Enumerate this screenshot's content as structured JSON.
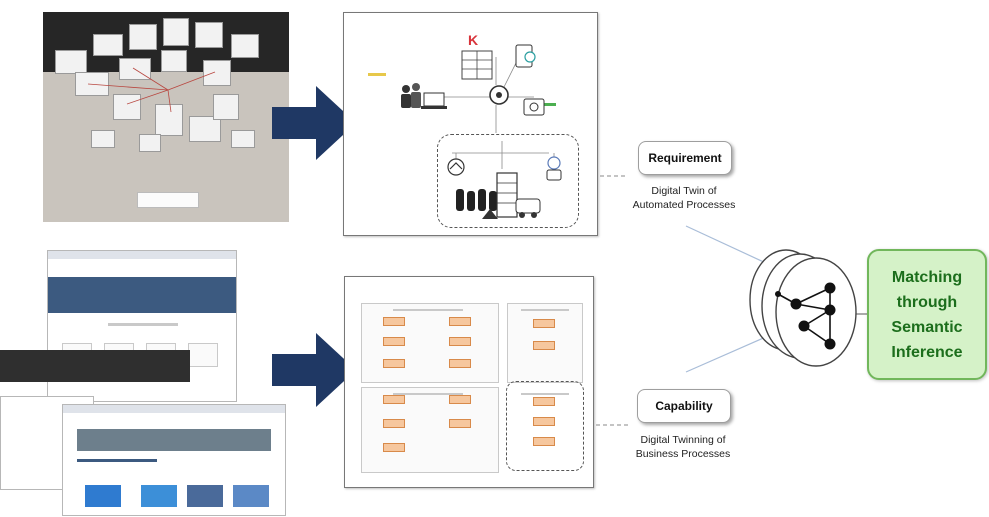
{
  "requirement": {
    "label": "Requirement",
    "caption_line1": "Digital Twin of",
    "caption_line2": "Automated Processes"
  },
  "capability": {
    "label": "Capability",
    "caption_line1": "Digital Twinning of",
    "caption_line2": "Business Processes"
  },
  "result": {
    "line1": "Matching",
    "line2": "through",
    "line3": "Semantic",
    "line4": "Inference"
  },
  "colors": {
    "arrow": "#1f3864",
    "result_fill": "#d5f2c8",
    "result_border": "#71b75b",
    "result_text": "#1c6e1c"
  },
  "icons": [
    "arrow-right-icon",
    "network-graph-icon",
    "stack-icon"
  ]
}
